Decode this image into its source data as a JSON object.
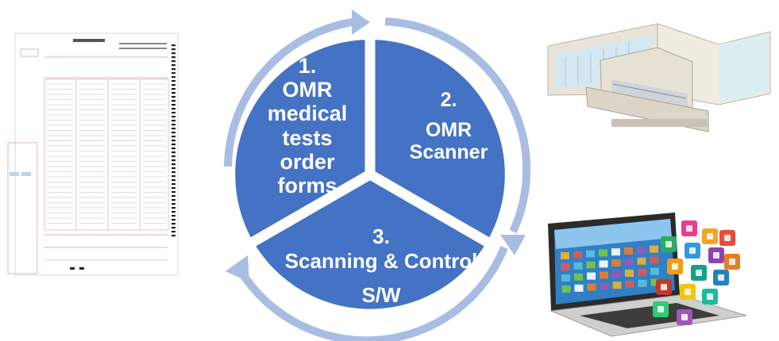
{
  "diagram": {
    "type": "cycle",
    "colors": {
      "segment": "#4472c4",
      "arrow": "#a9bde3",
      "text": "#ffffff"
    },
    "steps": [
      {
        "id": "step-1",
        "lines": [
          "1.",
          "OMR",
          "medical",
          "tests",
          "order",
          "forms"
        ]
      },
      {
        "id": "step-2",
        "lines": [
          "2.",
          "OMR",
          "Scanner"
        ]
      },
      {
        "id": "step-3",
        "lines": [
          "3.",
          "Scanning & Control",
          "S/W"
        ]
      }
    ]
  },
  "images": {
    "form": "omr-order-form-image",
    "scanner": "omr-scanner-image",
    "laptop": "laptop-with-app-icons-image"
  }
}
